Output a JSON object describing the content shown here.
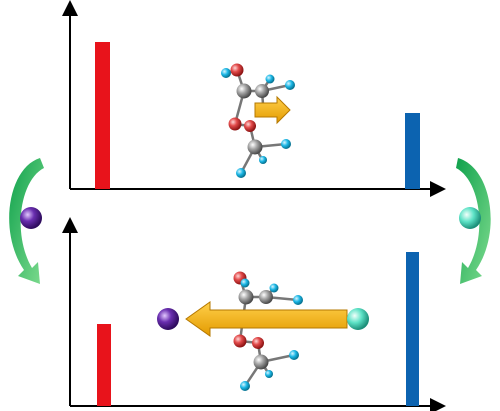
{
  "colors": {
    "axis": "#000000",
    "low_bar": "#e8131b",
    "high_bar": "#0c63b0",
    "transfer_arrow": "#f2a900",
    "cycle_arrow": "#0f9a47",
    "oxygen_atom": "#e24a4a",
    "carbon_atom": "#9a9a9a",
    "hydrogen_atom": "#1bb7e6",
    "purple_ion": "#6a2fb0",
    "cyan_ion": "#5de2c6"
  },
  "panels": [
    {
      "id": "top",
      "bars": [
        {
          "side": "left",
          "color_key": "low_bar",
          "level": 1.0
        },
        {
          "side": "right",
          "color_key": "high_bar",
          "level": 0.5
        }
      ],
      "transfer": "short-right"
    },
    {
      "id": "bottom",
      "bars": [
        {
          "side": "left",
          "color_key": "low_bar",
          "level": 0.47
        },
        {
          "side": "right",
          "color_key": "high_bar",
          "level": 1.0
        }
      ],
      "transfer": "long-left"
    }
  ],
  "cycle": {
    "left": {
      "ion_color_key": "purple_ion",
      "arrow_icon": "curved-arrow-down-icon"
    },
    "right": {
      "ion_color_key": "cyan_ion",
      "arrow_icon": "curved-arrow-down-icon"
    }
  }
}
